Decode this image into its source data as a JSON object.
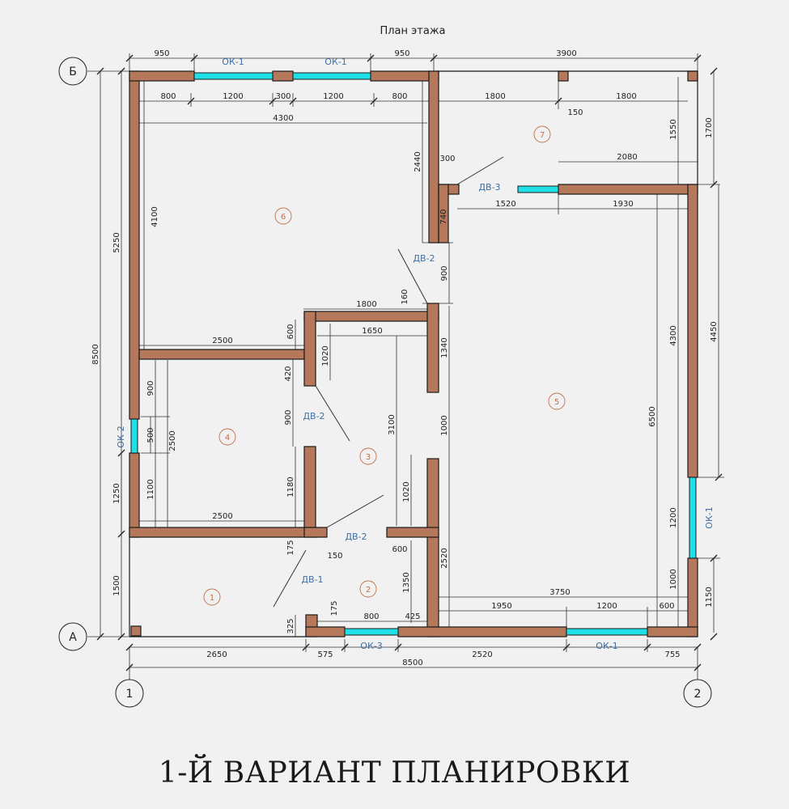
{
  "plan_title": "План этажа",
  "caption": "1-Й ВАРИАНТ ПЛАНИРОВКИ",
  "colors": {
    "wall": "#b5785a",
    "window": "#1ee0e6",
    "line": "#222222",
    "label": "#3f6fa6",
    "room_marker": "#c0704a"
  },
  "axes": {
    "b": "Б",
    "a": "А",
    "one": "1",
    "two": "2"
  },
  "rooms": {
    "r1": "1",
    "r2": "2",
    "r3": "3",
    "r4": "4",
    "r5": "5",
    "r6": "6",
    "r7": "7"
  },
  "labels": {
    "ok1_top_left": "ОК-1",
    "ok1_top_right": "ОК-1",
    "ok2_left": "ОК-2",
    "ok1_right": "ОК-1",
    "ok3_bottom": "ОК-3",
    "ok1_bottom": "ОК-1",
    "dv3": "ДВ-3",
    "dv2_hall": "ДВ-2",
    "dv2_room4": "ДВ-2",
    "dv2_bath": "ДВ-2",
    "dv1": "ДВ-1"
  },
  "dims": {
    "top_950a": "950",
    "top_950b": "950",
    "top_3900": "3900",
    "top_800a": "800",
    "top_1200a": "1200",
    "top_300": "300",
    "top_1200b": "1200",
    "top_800b": "800",
    "top_1800a": "1800",
    "top_1800b": "1800",
    "d150_top": "150",
    "d4300": "4300",
    "d2440": "2440",
    "d300_small": "300",
    "d1550": "1550",
    "d1700": "1700",
    "d2080": "2080",
    "d1520": "1520",
    "d1930": "1930",
    "d740": "740",
    "d4100": "4100",
    "d5250": "5250",
    "d8500_v": "8500",
    "d900_hall": "900",
    "d160": "160",
    "d1800_mid": "1800",
    "d4300_v": "4300",
    "d4450": "4450",
    "d600_mid": "600",
    "d2500_r6": "2500",
    "d1650": "1650",
    "d1020_top": "1020",
    "d1340": "1340",
    "d420": "420",
    "d900_l": "900",
    "d500": "500",
    "d2500_v": "2500",
    "d900_r4": "900",
    "d3100": "3100",
    "d1000": "1000",
    "d6500": "6500",
    "d1250": "1250",
    "d1100": "1100",
    "d1180": "1180",
    "d1020_low": "1020",
    "d2500_r4": "2500",
    "d1200_v": "1200",
    "d175_a": "175",
    "d150_low": "150",
    "d600_low": "600",
    "d2520_v": "2520",
    "d1500": "1500",
    "d1350": "1350",
    "d3750": "3750",
    "d1000_r": "1000",
    "d1150": "1150",
    "d1950": "1950",
    "d1200_h": "1200",
    "d600_r": "600",
    "d800_bot": "800",
    "d425": "425",
    "d175_b": "175",
    "d325": "325",
    "d2650": "2650",
    "d575": "575",
    "d2520_h": "2520",
    "d755": "755",
    "d8500_h": "8500"
  }
}
